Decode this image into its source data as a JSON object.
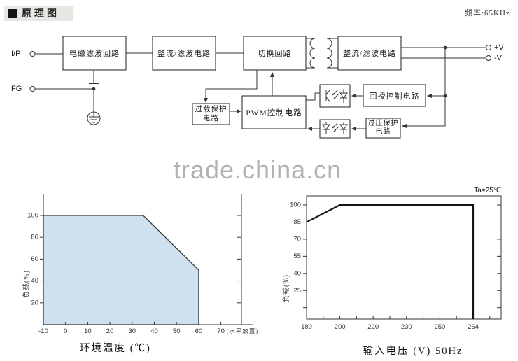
{
  "header": {
    "title": "原理图",
    "frequency_label": "频率:65KHz"
  },
  "watermark": "trade.china.cn",
  "diagram": {
    "terminals": {
      "input": "I/P",
      "fg": "FG",
      "v_plus": "+V",
      "v_minus": "-V"
    },
    "blocks": {
      "emi": "电磁滤波回路",
      "rectifier_input": "整流/滤波电路",
      "switching": "切换回路",
      "rectifier_output": "整流/滤波电路",
      "overload_line1": "过载保护",
      "overload_line2": "电路",
      "pwm": "PWM控制电路",
      "feedback": "回授控制电路",
      "ovp_line1": "过压保护",
      "ovp_line2": "电路"
    }
  },
  "chart_data": [
    {
      "type": "area",
      "title": "",
      "xlabel": "环境温度 (℃)",
      "ylabel": "负载(%)",
      "x_ticks": [
        -10,
        0,
        10,
        20,
        30,
        40,
        50,
        60,
        70
      ],
      "x_note": "(水平放置)",
      "y_ticks": [
        20,
        40,
        60,
        80,
        100
      ],
      "xlim": [
        -10,
        80
      ],
      "ylim": [
        0,
        120
      ],
      "grid": false,
      "curve_points": [
        [
          -10,
          100
        ],
        [
          35,
          100
        ],
        [
          60,
          50
        ],
        [
          60,
          0
        ]
      ],
      "fill_color": "#cfe0f1"
    },
    {
      "type": "line",
      "title": "Ta=25℃",
      "xlabel": "输入电压 (V) 50Hz",
      "ylabel": "负载(%)",
      "x_ticks": [
        180,
        200,
        220,
        230,
        250,
        264
      ],
      "y_ticks": [
        25,
        40,
        55,
        70,
        85,
        100
      ],
      "xlim": [
        180,
        275
      ],
      "ylim": [
        0,
        108
      ],
      "grid": false,
      "curve_points": [
        [
          180,
          85
        ],
        [
          200,
          100
        ],
        [
          264,
          100
        ],
        [
          264,
          0
        ]
      ],
      "line_color": "#141414"
    }
  ]
}
